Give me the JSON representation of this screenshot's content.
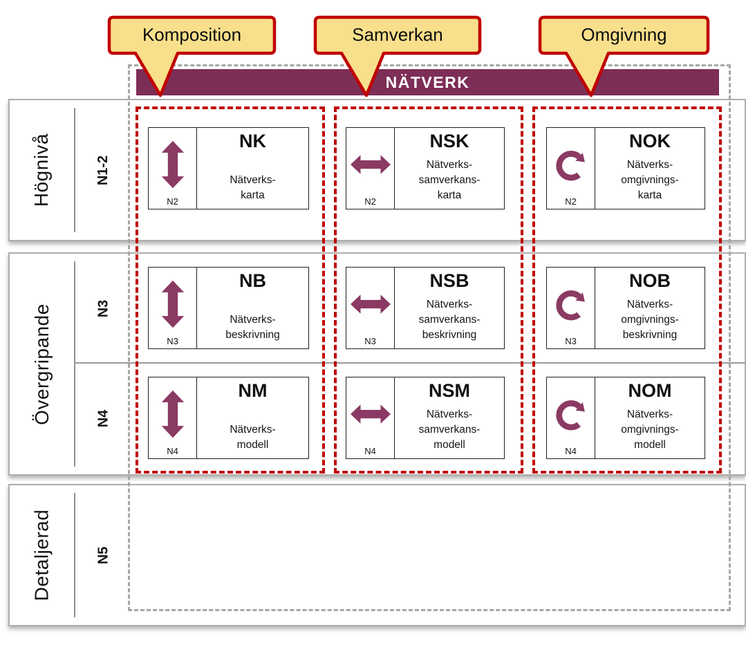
{
  "colors": {
    "plum_bar": "#7d2e57",
    "plum_icon": "#8a3a63",
    "callout_fill": "#f8df8b",
    "callout_border": "#c00000",
    "column_dash": "#c00000",
    "frame_dash": "#a6a6a6"
  },
  "callouts": [
    {
      "label": "Komposition"
    },
    {
      "label": "Samverkan"
    },
    {
      "label": "Omgivning"
    }
  ],
  "header": {
    "title": "NÄTVERK"
  },
  "rows": [
    {
      "name": "Högnivå",
      "levels": [
        "N1-2"
      ]
    },
    {
      "name": "Övergripande",
      "levels": [
        "N3",
        "N4"
      ]
    },
    {
      "name": "Detaljerad",
      "levels": [
        "N5"
      ]
    }
  ],
  "cards": [
    {
      "code": "NK",
      "level": "N2",
      "icon": "up-down-arrow-icon",
      "name_lines": "Nätverks-\nkarta"
    },
    {
      "code": "NSK",
      "level": "N2",
      "icon": "left-right-arrow-icon",
      "name_lines": "Nätverks-\nsamverkans-\nkarta"
    },
    {
      "code": "NOK",
      "level": "N2",
      "icon": "circular-arrow-icon",
      "name_lines": "Nätverks-\nomgivnings-\nkarta"
    },
    {
      "code": "NB",
      "level": "N3",
      "icon": "up-down-arrow-icon",
      "name_lines": "Nätverks-\nbeskrivning"
    },
    {
      "code": "NSB",
      "level": "N3",
      "icon": "left-right-arrow-icon",
      "name_lines": "Nätverks-\nsamverkans-\nbeskrivning"
    },
    {
      "code": "NOB",
      "level": "N3",
      "icon": "circular-arrow-icon",
      "name_lines": "Nätverks-\nomgivnings-\nbeskrivning"
    },
    {
      "code": "NM",
      "level": "N4",
      "icon": "up-down-arrow-icon",
      "name_lines": "Nätverks-\nmodell"
    },
    {
      "code": "NSM",
      "level": "N4",
      "icon": "left-right-arrow-icon",
      "name_lines": "Nätverks-\nsamverkans-\nmodell"
    },
    {
      "code": "NOM",
      "level": "N4",
      "icon": "circular-arrow-icon",
      "name_lines": "Nätverks-\nomgivnings-\nmodell"
    }
  ]
}
